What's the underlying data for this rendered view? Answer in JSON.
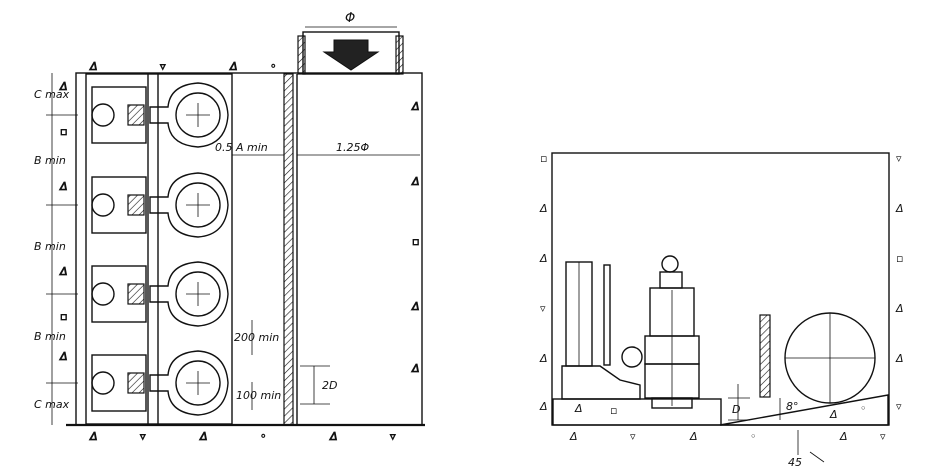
{
  "left_view": {
    "inlet_dim": "Φ",
    "dim_125": "1.25Φ",
    "dim_05a": "0.5 A min",
    "dim_200": "200 min",
    "dim_100": "100 min",
    "dim_2d": "2D",
    "c_max_top": "C max",
    "b_min_1": "B min",
    "b_min_2": "B min",
    "b_min_3": "B min",
    "c_max_bottom": "C max"
  },
  "right_view": {
    "dim_d": "D",
    "angle_label": "8°",
    "slope_label": "45"
  },
  "pump_count": 4
}
